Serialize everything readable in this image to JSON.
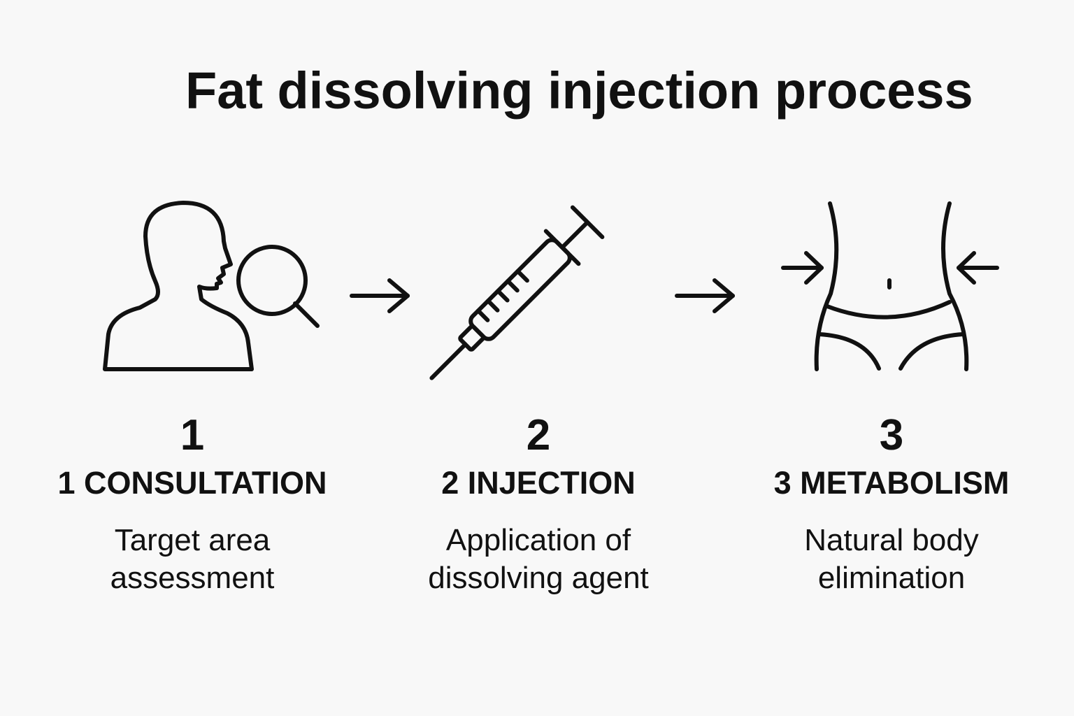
{
  "title": "Fat dissolving injection process",
  "icons": {
    "step1": "person-silhouette-with-magnifier",
    "step2": "syringe",
    "step3": "waist-with-inward-arrows",
    "connector": "right-arrow"
  },
  "steps": [
    {
      "number": "1",
      "label": "1 CONSULTATION",
      "desc_line1": "Target area",
      "desc_line2": "assessment"
    },
    {
      "number": "2",
      "label": "2 INJECTION",
      "desc_line1": "Application of",
      "desc_line2": "dissolving agent"
    },
    {
      "number": "3",
      "label": "3 METABOLISM",
      "desc_line1": "Natural body",
      "desc_line2": "elimination"
    }
  ],
  "colors": {
    "background": "#f8f8f8",
    "ink": "#111111"
  }
}
